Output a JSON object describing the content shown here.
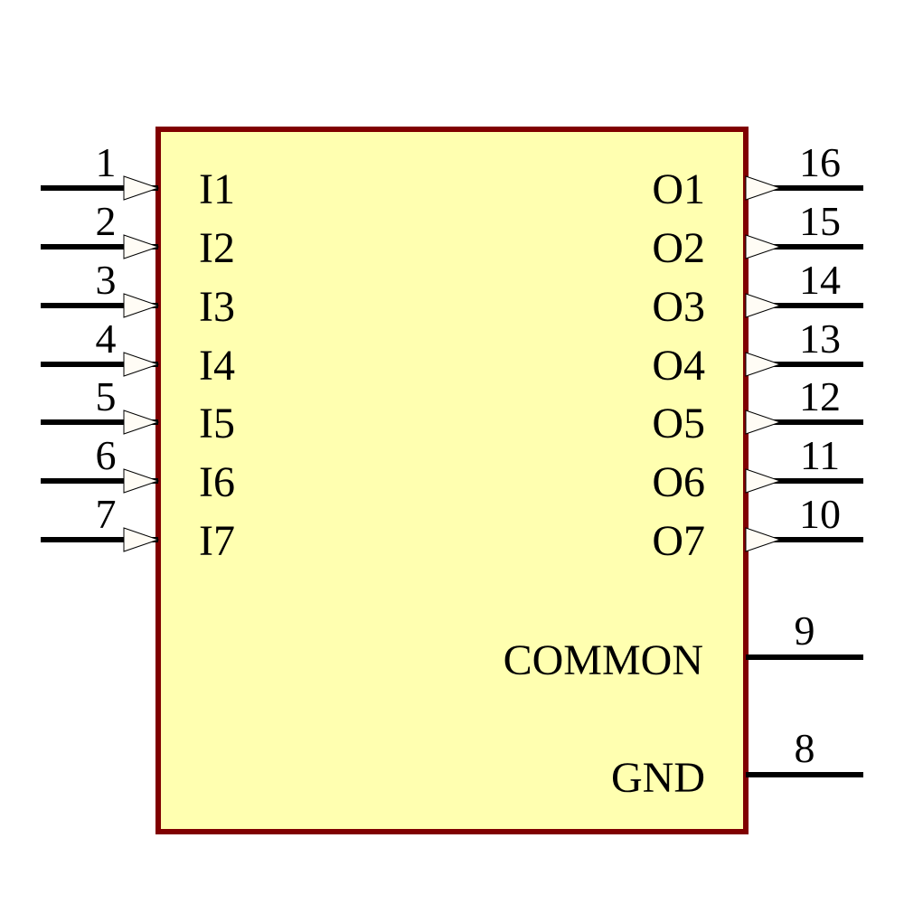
{
  "component": {
    "body_fill": "#ffffb0",
    "body_stroke": "#800000",
    "left_pins": [
      {
        "number": "1",
        "name": "I1"
      },
      {
        "number": "2",
        "name": "I2"
      },
      {
        "number": "3",
        "name": "I3"
      },
      {
        "number": "4",
        "name": "I4"
      },
      {
        "number": "5",
        "name": "I5"
      },
      {
        "number": "6",
        "name": "I6"
      },
      {
        "number": "7",
        "name": "I7"
      }
    ],
    "right_pins": [
      {
        "number": "16",
        "name": "O1"
      },
      {
        "number": "15",
        "name": "O2"
      },
      {
        "number": "14",
        "name": "O3"
      },
      {
        "number": "13",
        "name": "O4"
      },
      {
        "number": "12",
        "name": "O5"
      },
      {
        "number": "11",
        "name": "O6"
      },
      {
        "number": "10",
        "name": "O7"
      }
    ],
    "power_pins": [
      {
        "number": "9",
        "name": "COMMON"
      },
      {
        "number": "8",
        "name": "GND"
      }
    ]
  }
}
